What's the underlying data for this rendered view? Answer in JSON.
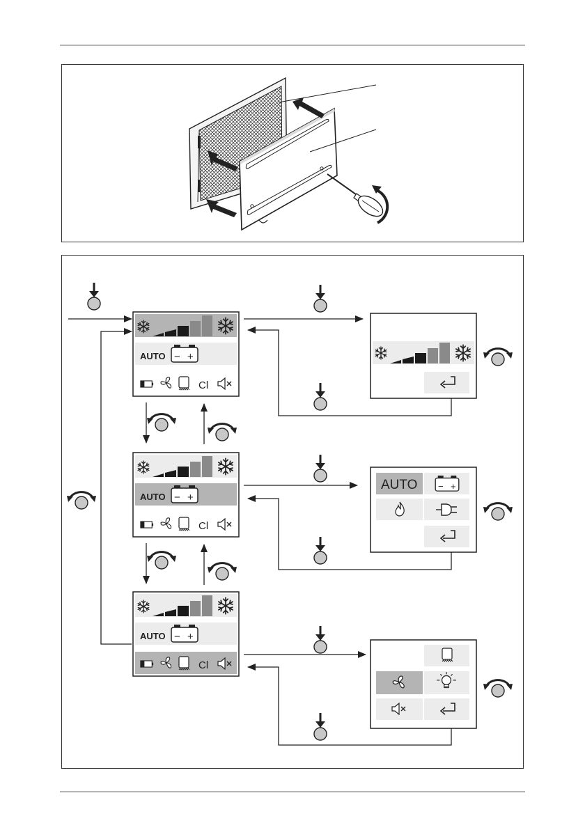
{
  "display": {
    "auto_label": "AUTO",
    "battery_minus": "−",
    "battery_plus": "+",
    "cl_label": "Cl"
  },
  "submenus": {
    "energy": {
      "auto_label": "AUTO"
    }
  },
  "colors": {
    "frame": "#333333",
    "highlight": "#b4b4b4",
    "row_bg": "#e9e9e9",
    "bar_dark": "#1a1a1a",
    "bar_gray": "#8a8a8a",
    "knob_fill": "#c8c8c8"
  },
  "icons": [
    "snowflake-icon",
    "battery-icon",
    "fan-icon",
    "door-heater-icon",
    "light-bulb-icon",
    "mute-icon",
    "flame-icon",
    "plug-icon",
    "return-icon",
    "push-knob-icon",
    "rotate-knob-icon",
    "screwdriver-icon",
    "arrow-icon"
  ]
}
